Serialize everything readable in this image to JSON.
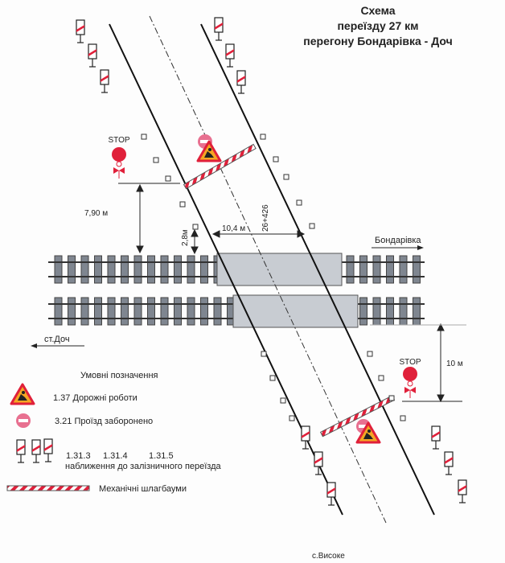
{
  "title": {
    "line1": "Схема",
    "line2": "переїзду 27 км",
    "line3": "перегону Бондарівка - Доч"
  },
  "labels": {
    "stop_top": "STOP",
    "stop_bottom": "STOP",
    "dist_stop_top": "7,90 м",
    "dist_sign": "2,8м",
    "road_width": "10,4 м",
    "picket": "26+426",
    "dir_right": "Бондарівка",
    "dir_left": "ст.Доч",
    "dist_stop_bottom": "10 м",
    "village": "с.Високе"
  },
  "legend": {
    "title": "Умовні позначення",
    "road_works": "1.37  Дорожні роботи",
    "no_entry": "3.21  Проїзд заборонено",
    "codes": [
      "1.31.3",
      "1.31.4",
      "1.31.5"
    ],
    "approach": "наближення до залізничного переїзда",
    "barriers": "Механічні шлагбауми"
  },
  "colors": {
    "sign_red": "#e0203a",
    "sign_orange": "#f5a623",
    "deck": "#c8ccd2",
    "sleeper": "#7f8690"
  }
}
